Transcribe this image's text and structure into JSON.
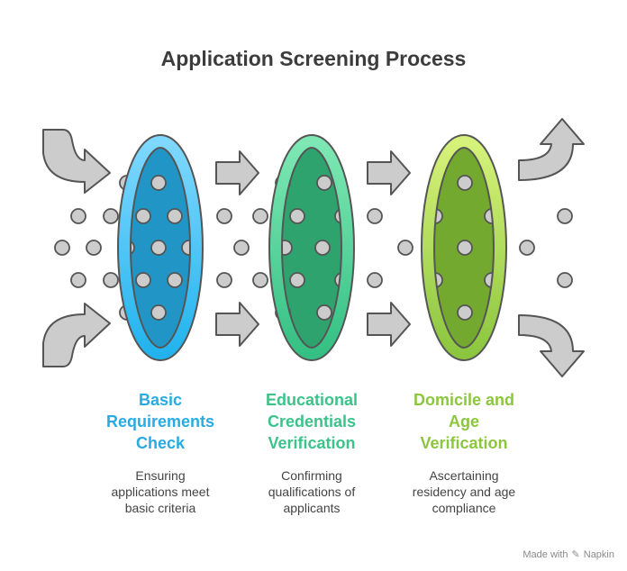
{
  "title": "Application Screening Process",
  "stages": [
    {
      "title": "Basic\nRequirements\nCheck",
      "description": "Ensuring\napplications meet\nbasic criteria",
      "color": "#29abe2"
    },
    {
      "title": "Educational\nCredentials\nVerification",
      "description": "Confirming\nqualifications of\napplicants",
      "color": "#3cc38a"
    },
    {
      "title": "Domicile and\nAge\nVerification",
      "description": "Ascertaining\nresidency and age\ncompliance",
      "color": "#8cc63f"
    }
  ],
  "footer": {
    "prefix": "Made with",
    "brand": "Napkin"
  }
}
